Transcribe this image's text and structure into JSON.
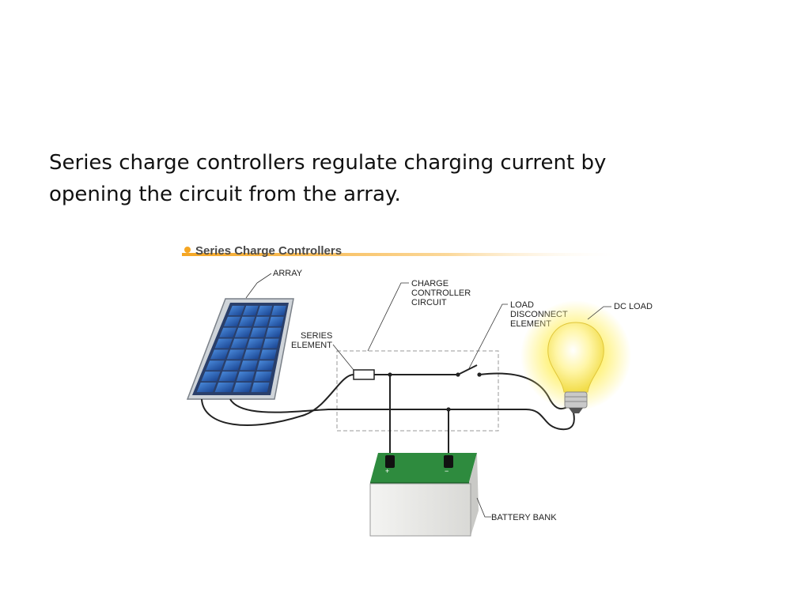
{
  "slide": {
    "text_line1": "Series charge controllers regulate charging current by",
    "text_line2": "opening the circuit from the array."
  },
  "figure": {
    "title": "Series Charge Controllers",
    "labels": {
      "array": "ARRAY",
      "charge_controller": [
        "CHARGE",
        "CONTROLLER",
        "CIRCUIT"
      ],
      "load_disconnect": [
        "LOAD",
        "DISCONNECT",
        "ELEMENT"
      ],
      "dc_load": "DC LOAD",
      "series_element": [
        "SERIES",
        "ELEMENT"
      ],
      "battery_bank": "BATTERY BANK",
      "battery_plus": "+",
      "battery_minus": "−"
    }
  },
  "colors": {
    "panel_cell": "#1f5fb5",
    "battery_top": "#2e8b3e",
    "bulb_glow": "#fff27a"
  }
}
